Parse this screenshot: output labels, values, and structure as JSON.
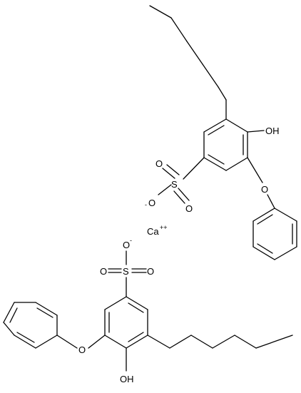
{
  "molecule": {
    "calcium_ion": {
      "symbol": "Ca",
      "charge": "++"
    },
    "upper_anion": {
      "hydroxyl": "OH",
      "ether_oxygen": "O",
      "sulfur": "S",
      "sulfonyl_oxygen_1": "O",
      "sulfonyl_oxygen_2": "O",
      "anionic_oxygen": "O",
      "anionic_charge": "-"
    },
    "lower_anion": {
      "hydroxyl": "OH",
      "ether_oxygen": "O",
      "sulfur": "S",
      "sulfonyl_oxygen_1": "O",
      "sulfonyl_oxygen_2": "O",
      "anionic_oxygen": "O",
      "anionic_charge": "-"
    }
  },
  "colors": {
    "bond": "#000000",
    "label": "#000000",
    "background": "#ffffff"
  }
}
